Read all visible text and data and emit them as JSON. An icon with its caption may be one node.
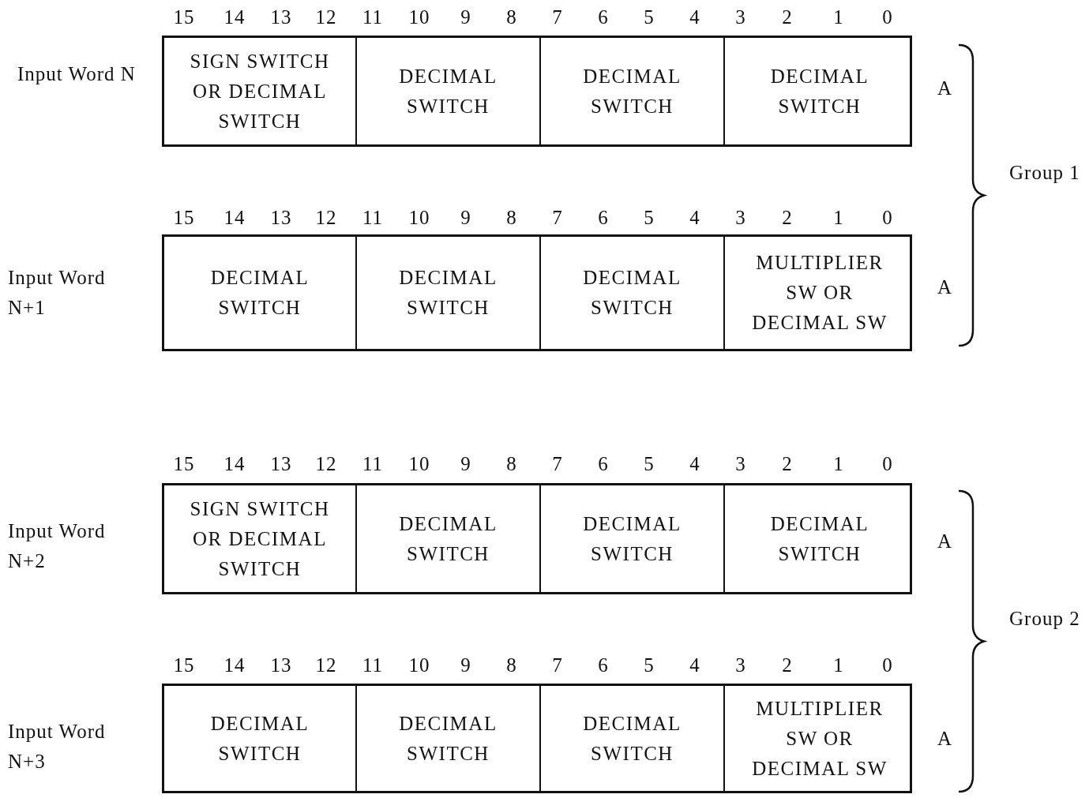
{
  "diagram": {
    "nodes": [
      {
        "text": [
          "SIGN SWITCH OR DECIMAL SWITCH"
        ]
      },
      {
        "text": [
          "DECIMAL SWITCH"
        ]
      },
      {
        "text": [
          "DECIMAL SWITCH"
        ]
      },
      {
        "text": [
          "DECIMAL SWITCH"
        ]
      },
      {
        "text": [
          "DECIMAL SWITCH"
        ]
      },
      {
        "text": [
          "DECIMAL SWITCH"
        ]
      },
      {
        "text": [
          "DECIMAL SWITCH"
        ]
      },
      {
        "text": [
          "MULTIPLIER SW OR DECIMAL SW"
        ]
      },
      {
        "text": [
          "SIGN SWITCH OR DECIMAL SWITCH"
        ]
      },
      {
        "text": [
          "DECIMAL SWITCH"
        ]
      },
      {
        "text": [
          "DECIMAL SWITCH"
        ]
      },
      {
        "text": [
          "DECIMAL SWITCH"
        ]
      },
      {
        "text": [
          "DECIMAL SWITCH"
        ]
      },
      {
        "text": [
          "DECIMAL SWITCH"
        ]
      },
      {
        "text": [
          "DECIMAL SWITCH"
        ]
      },
      {
        "text": [
          "MULTIPLIER SW OR DECIMAL SW"
        ]
      }
    ],
    "edges": [],
    "labels": [
      "15",
      "14",
      "13",
      "12",
      "11",
      "10",
      "9",
      "8",
      "7",
      "6",
      "5",
      "4",
      "3",
      "2",
      "1",
      "0",
      "Input Word N",
      "A",
      "15",
      "14",
      "13",
      "12",
      "11",
      "10",
      "9",
      "8",
      "7",
      "6",
      "5",
      "4",
      "3",
      "2",
      "1",
      "0",
      "Input Word N+1",
      "A",
      "Group 1",
      "15",
      "14",
      "13",
      "12",
      "11",
      "10",
      "9",
      "8",
      "7",
      "6",
      "5",
      "4",
      "3",
      "2",
      "1",
      "0",
      "Input Word N+2",
      "A",
      "15",
      "14",
      "13",
      "12",
      "11",
      "10",
      "9",
      "8",
      "7",
      "6",
      "5",
      "4",
      "3",
      "2",
      "1",
      "0",
      "Input Word N+3",
      "A",
      "Group 2"
    ]
  }
}
